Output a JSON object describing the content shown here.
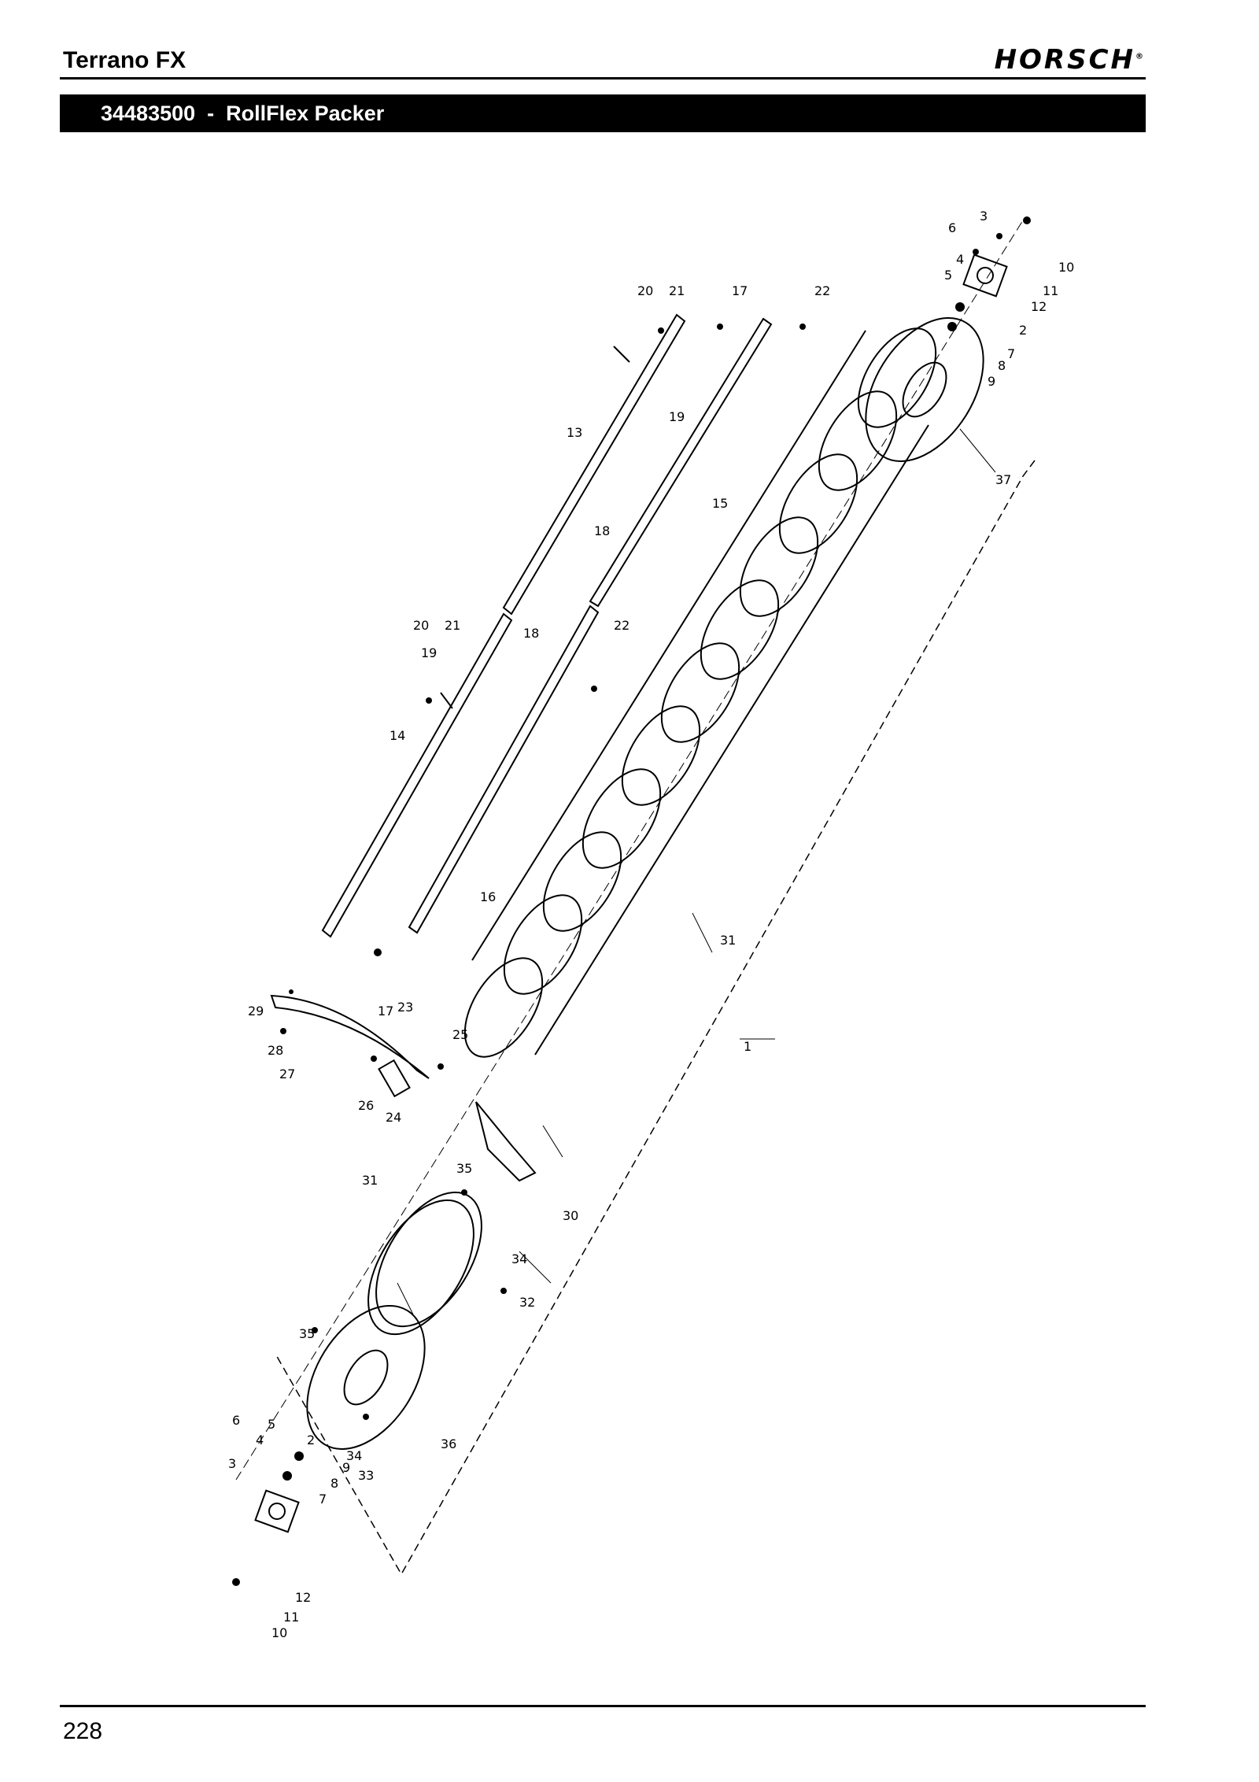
{
  "header": {
    "doc_title": "Terrano FX",
    "brand": "HORSCH",
    "brand_mark": "®"
  },
  "section": {
    "title": "34483500  -  RollFlex Packer"
  },
  "diagram": {
    "callouts": [
      "1",
      "2",
      "3",
      "4",
      "5",
      "6",
      "7",
      "8",
      "9",
      "10",
      "11",
      "12",
      "13",
      "14",
      "15",
      "16",
      "17",
      "18",
      "19",
      "20",
      "21",
      "22",
      "23",
      "24",
      "25",
      "26",
      "27",
      "28",
      "29",
      "30",
      "31",
      "32",
      "33",
      "34",
      "35",
      "36",
      "37"
    ]
  },
  "footer": {
    "page_number": "228"
  }
}
